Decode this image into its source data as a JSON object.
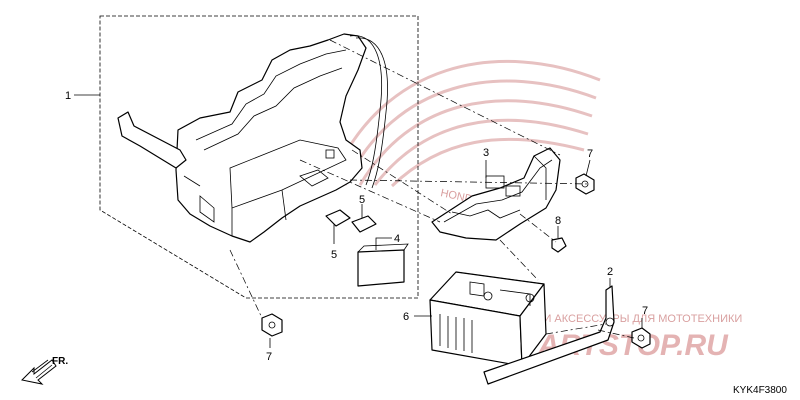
{
  "callouts": {
    "c1": "1",
    "c2": "2",
    "c3": "3",
    "c4": "4",
    "c5a": "5",
    "c5b": "5",
    "c6": "6",
    "c7a": "7",
    "c7b": "7",
    "c7c": "7",
    "c8": "8"
  },
  "direction_label": "FR.",
  "diagram_code": "KYK4F3800",
  "watermark": {
    "brand_logo_text": "HONDA",
    "site_text": "PARTSTOP.RU",
    "tagline": "ЗАПЧАСТИ И АКСЕССУАРЫ ДЛЯ МОТОТЕХНИКИ"
  },
  "colors": {
    "line": "#000000",
    "watermark": "#d9a0a0"
  }
}
